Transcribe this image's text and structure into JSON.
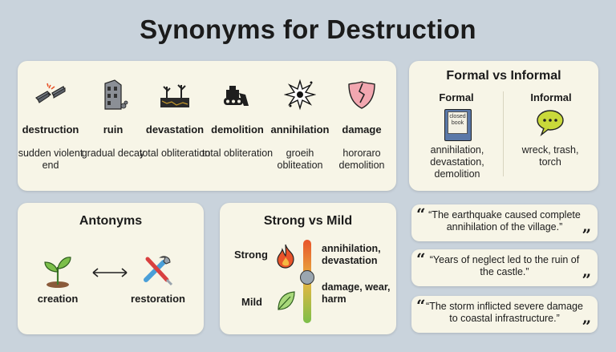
{
  "title": "Synonyms for Destruction",
  "words": [
    {
      "name": "destruction",
      "desc": "sudden violent end",
      "icon": "broken-beam-icon"
    },
    {
      "name": "ruin",
      "desc": "gradual decay",
      "icon": "crumbling-building-icon"
    },
    {
      "name": "devastation",
      "desc": "total obliteration",
      "icon": "scorched-land-icon"
    },
    {
      "name": "demolition",
      "desc": "total obliteration",
      "icon": "bulldozer-icon"
    },
    {
      "name": "annihilation",
      "desc": "groeih obliteation",
      "icon": "explosion-icon"
    },
    {
      "name": "damage",
      "desc": "hororaro demolition",
      "icon": "cracked-shield-icon"
    }
  ],
  "formal_informal": {
    "heading": "Formal vs Informal",
    "formal_label": "Formal",
    "informal_label": "Informal",
    "book_text": "closed book",
    "formal_words": "annihilation, devastation, demolition",
    "informal_words": "wreck, trash, torch"
  },
  "antonyms": {
    "heading": "Antonyms",
    "left": "creation",
    "right": "restoration"
  },
  "strength": {
    "heading": "Strong vs Mild",
    "strong_label": "Strong",
    "mild_label": "Mild",
    "strong_words": "annihilation, devastation",
    "mild_words": "damage, wear, harm"
  },
  "quotes": [
    "“The earthquake caused complete annihilation of the village.”",
    "“Years of neglect led to the ruin of the castle.”",
    "“The storm inflicted severe damage to coastal infrastructure.”"
  ],
  "colors": {
    "background": "#c9d3dc",
    "card": "#f7f5e7",
    "fire": "#e8542a",
    "leaf": "#7cbf4a",
    "speech_bubble": "#c9d93a"
  }
}
